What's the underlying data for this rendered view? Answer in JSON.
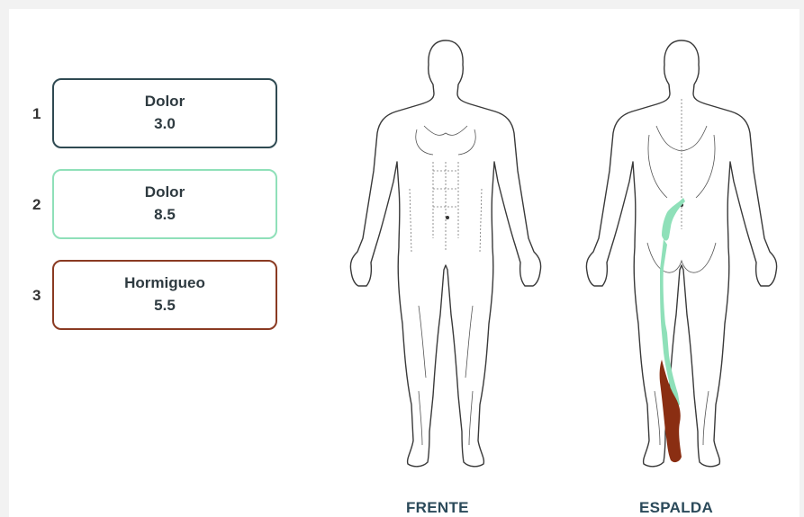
{
  "entries": [
    {
      "number": "1",
      "label": "Dolor",
      "value": "3.0",
      "color": "#2f4a52"
    },
    {
      "number": "2",
      "label": "Dolor",
      "value": "8.5",
      "color": "#8fe0b9"
    },
    {
      "number": "3",
      "label": "Hormigueo",
      "value": "5.5",
      "color": "#8a3a22"
    }
  ],
  "figures": {
    "front_label": "FRENTE",
    "back_label": "ESPALDA"
  },
  "colors": {
    "mark_green": "#8fe0b9",
    "mark_red": "#8a2e12"
  }
}
